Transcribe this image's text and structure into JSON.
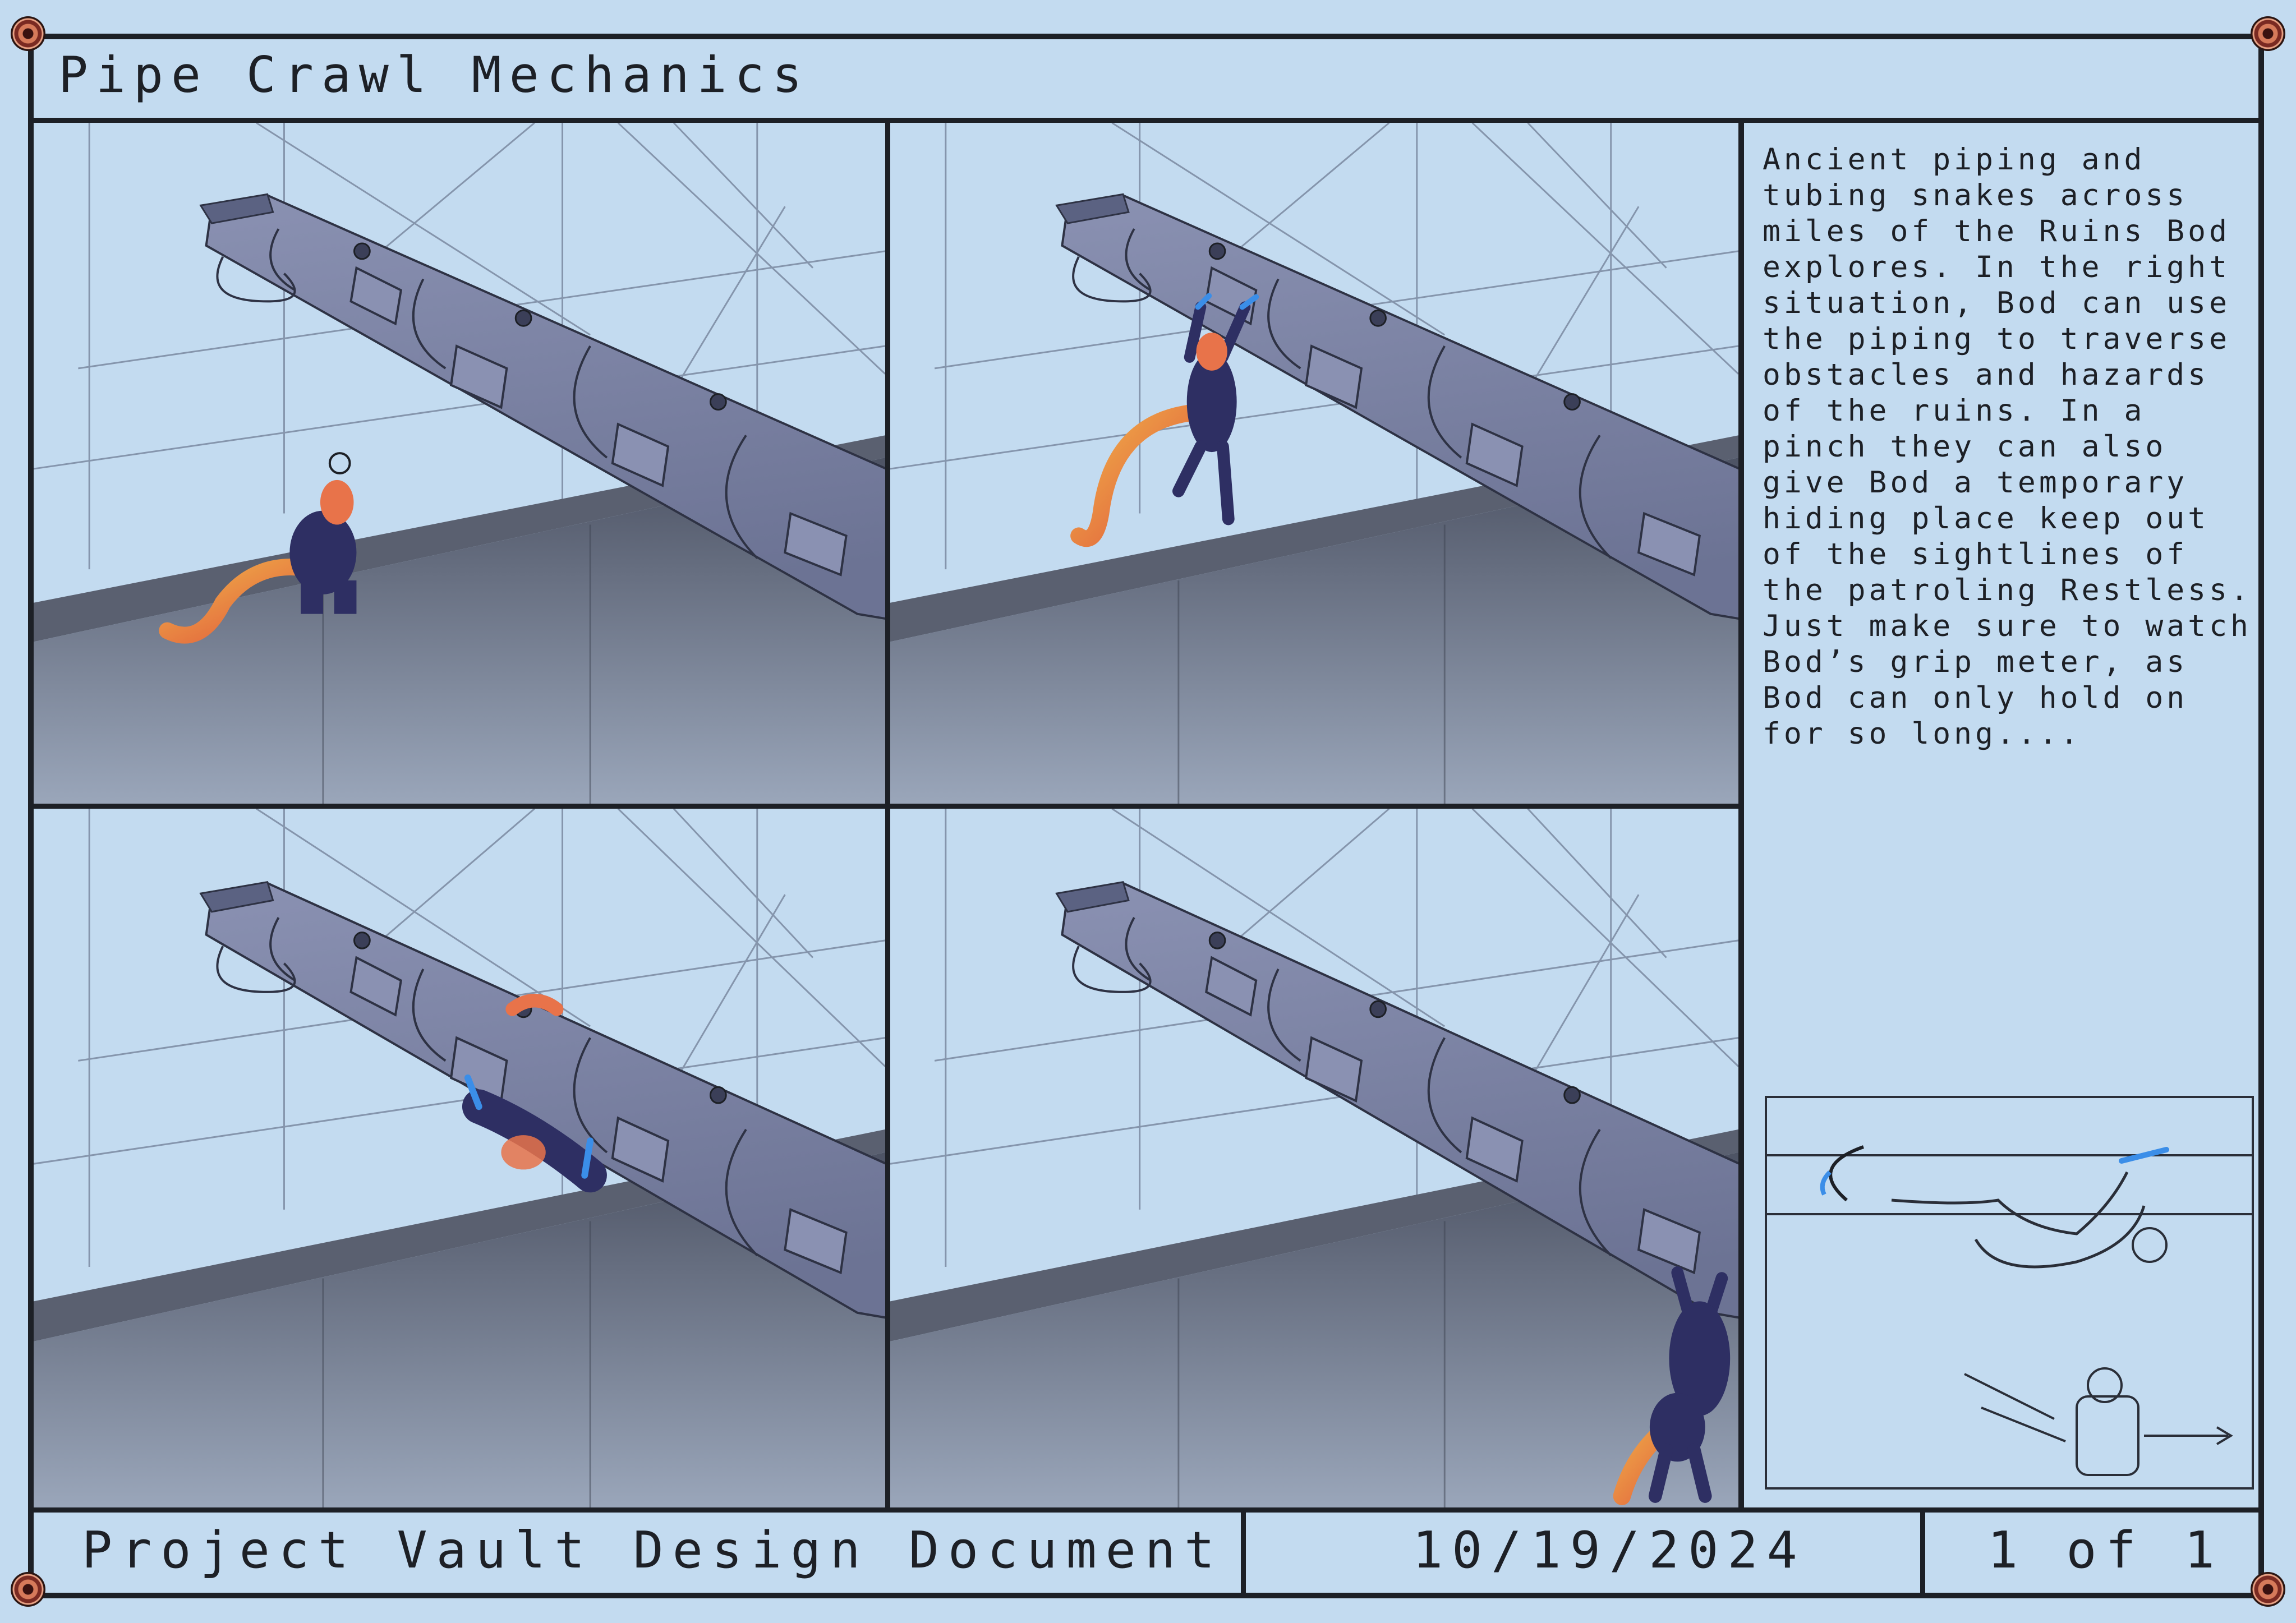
{
  "header": {
    "title": "Pipe Crawl Mechanics"
  },
  "panels": [
    {
      "name": "panel-approach",
      "pose": "crouch"
    },
    {
      "name": "panel-jump-grab",
      "pose": "hang-reach"
    },
    {
      "name": "panel-crawl-top",
      "pose": "crawl"
    },
    {
      "name": "panel-hang-under",
      "pose": "hang-under"
    }
  ],
  "description": "Ancient piping and tubing snakes across miles of the Ruins Bod explores. In the right situation, Bod can use the piping to traverse obstacles and hazards of the ruins. In a pinch they can also give Bod a temporary hiding place keep out of the sightlines of the patroling Restless. Just make sure to watch Bod’s grip meter, as Bod can only hold on for so long....",
  "footer": {
    "project": "Project Vault Design Document",
    "date": "10/19/2024",
    "page": "1 of 1"
  },
  "colors": {
    "background": "#c3dbf0",
    "ink": "#1d2026",
    "pipe": "#7f86a8",
    "pit": "#5a6070",
    "character": "#2e2f63",
    "tail": "#e8734a",
    "highlight": "#3b8ee8"
  }
}
